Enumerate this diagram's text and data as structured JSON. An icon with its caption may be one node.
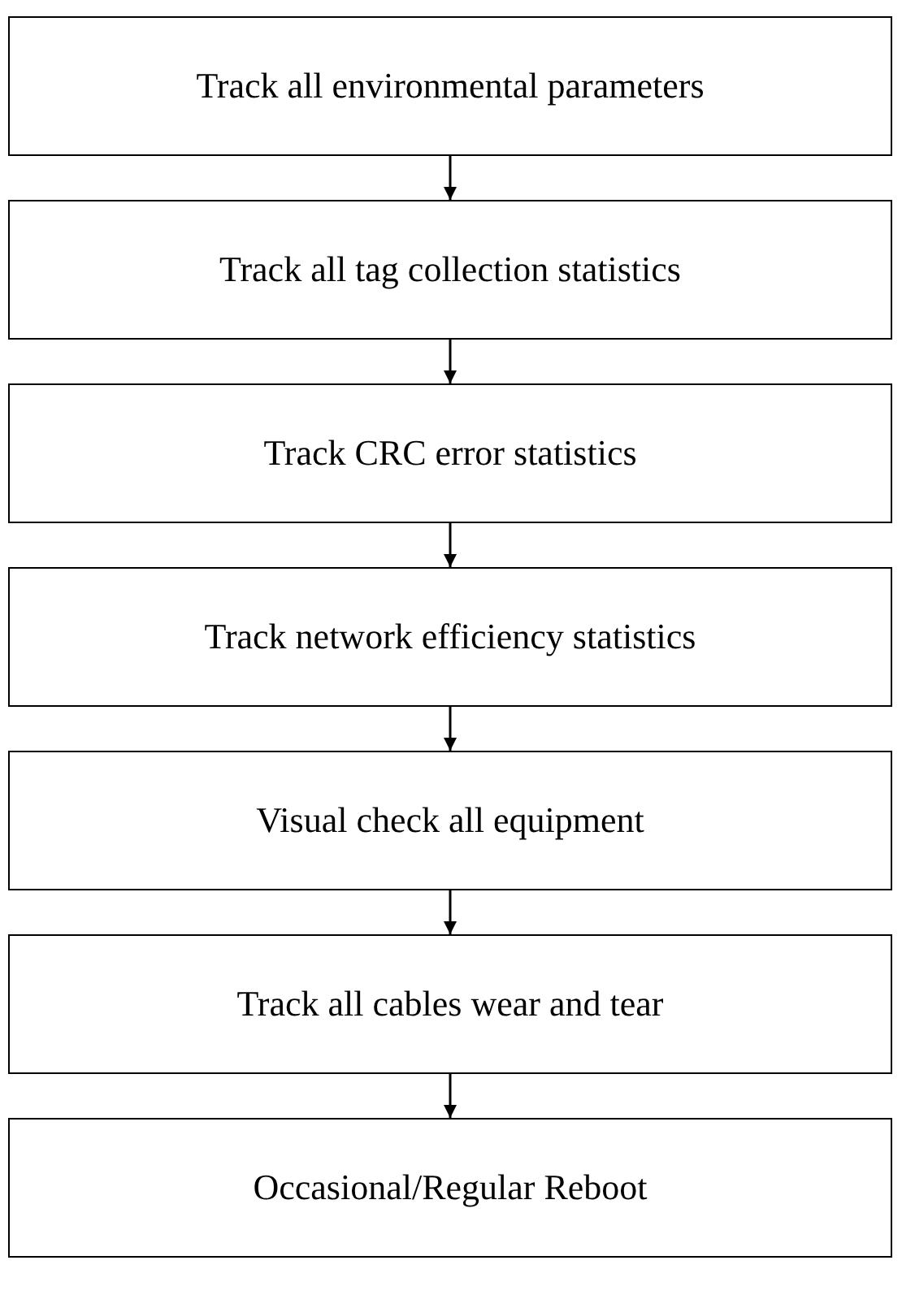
{
  "diagram": {
    "nodes": [
      {
        "text": [
          "Track all environmental parameters"
        ]
      },
      {
        "text": [
          "Track all tag collection statistics"
        ]
      },
      {
        "text": [
          "Track CRC error statistics"
        ]
      },
      {
        "text": [
          "Track network efficiency statistics"
        ]
      },
      {
        "text": [
          "Visual check all equipment"
        ]
      },
      {
        "text": [
          "Track all cables wear and tear"
        ]
      },
      {
        "text": [
          "Occasional/Regular Reboot"
        ]
      }
    ],
    "edges": [
      {
        "from": 0,
        "to": 1,
        "arrow": "to"
      },
      {
        "from": 1,
        "to": 2,
        "arrow": "to"
      },
      {
        "from": 2,
        "to": 3,
        "arrow": "to"
      },
      {
        "from": 3,
        "to": 4,
        "arrow": "to"
      },
      {
        "from": 4,
        "to": 5,
        "arrow": "to"
      },
      {
        "from": 5,
        "to": 6,
        "arrow": "to"
      }
    ]
  }
}
